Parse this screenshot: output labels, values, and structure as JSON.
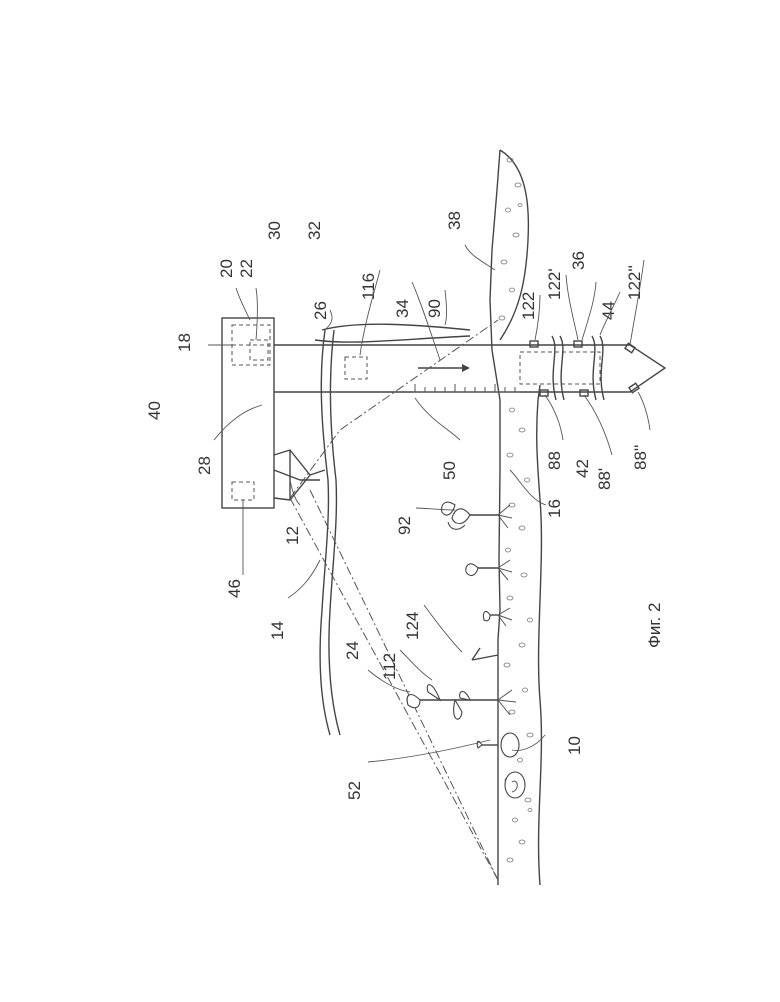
{
  "figure": {
    "caption": "Фиг. 2",
    "labels": {
      "l10": "10",
      "l12": "12",
      "l14": "14",
      "l16": "16",
      "l18": "18",
      "l20": "20",
      "l22": "22",
      "l24": "24",
      "l26": "26",
      "l28": "28",
      "l30": "30",
      "l32": "32",
      "l34": "34",
      "l36": "36",
      "l38": "38",
      "l40": "40",
      "l42": "42",
      "l44": "44",
      "l46": "46",
      "l50": "50",
      "l52": "52",
      "l88": "88",
      "l88p": "88'",
      "l88pp": "88''",
      "l90": "90",
      "l92": "92",
      "l112": "112",
      "l116": "116",
      "l122": "122",
      "l122p": "122'",
      "l122pp": "122''",
      "l124": "124"
    }
  }
}
